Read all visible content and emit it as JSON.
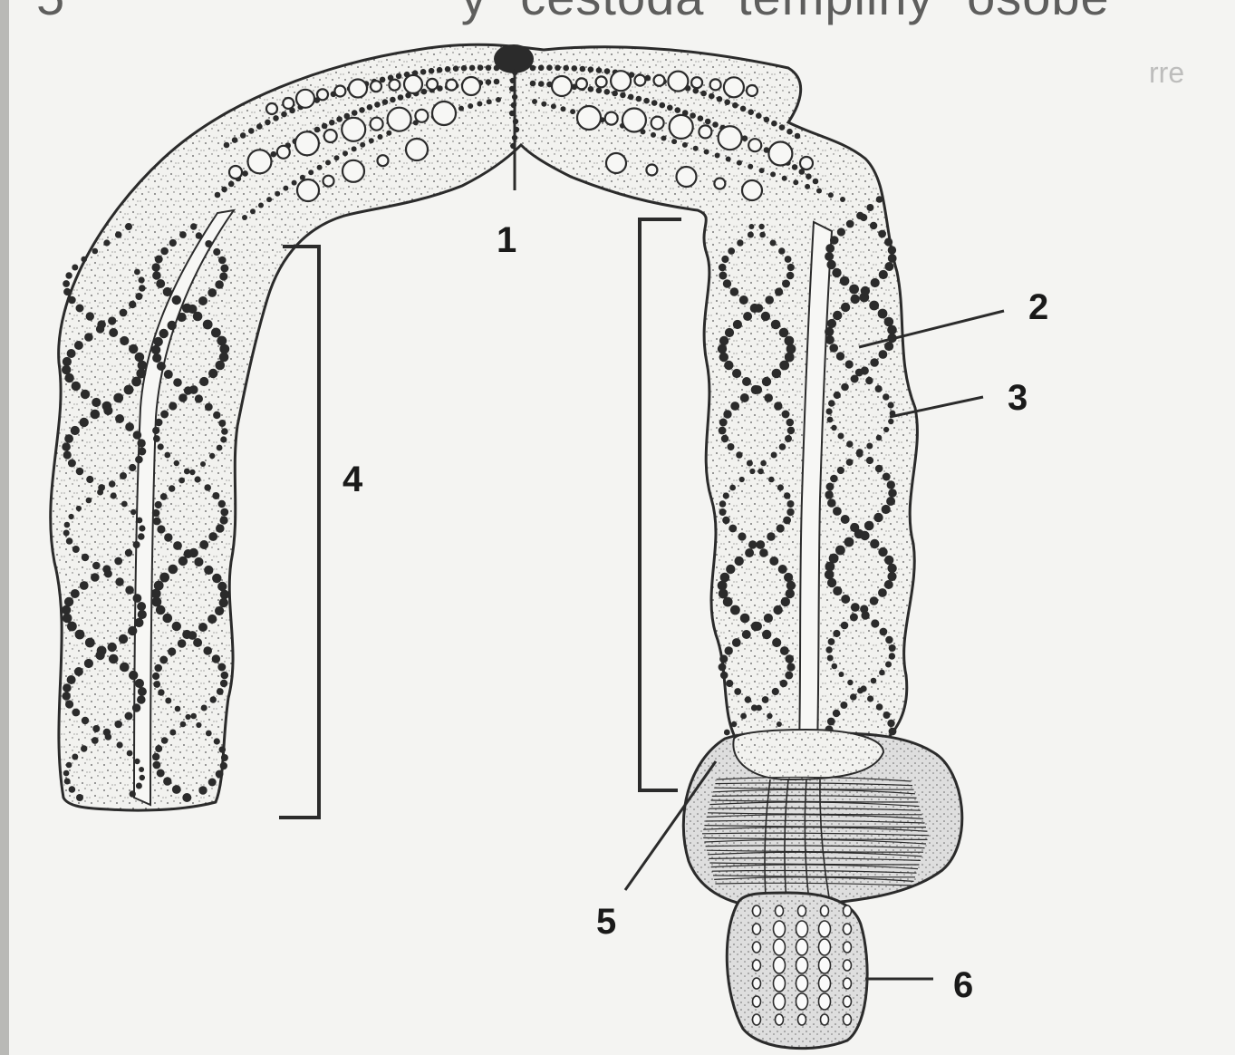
{
  "header_text": {
    "part1": "5",
    "part2": "y",
    "part3": "cestoda",
    "part4": "templiny",
    "part5": "osobe"
  },
  "side_fragment": "rre",
  "labels": [
    "1",
    "2",
    "3",
    "4",
    "5",
    "6"
  ],
  "colors": {
    "ink": "#2b2b2b",
    "body_fill": "#f2f2ef",
    "background": "#f4f4f2"
  }
}
